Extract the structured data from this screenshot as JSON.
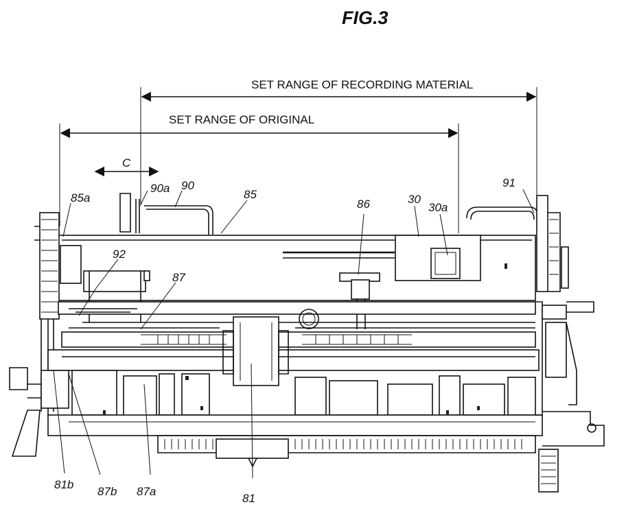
{
  "figure": {
    "title": "FIG.3",
    "ranges": {
      "recording_material": "SET RANGE OF RECORDING MATERIAL",
      "original": "SET RANGE OF ORIGINAL",
      "c": "C"
    },
    "reference_labels": {
      "r90a": "90a",
      "r90": "90",
      "r85a": "85a",
      "r85": "85",
      "r86": "86",
      "r30": "30",
      "r30a": "30a",
      "r91": "91",
      "r92": "92",
      "r87": "87",
      "r81b": "81b",
      "r87b": "87b",
      "r87a": "87a",
      "r81": "81"
    }
  }
}
